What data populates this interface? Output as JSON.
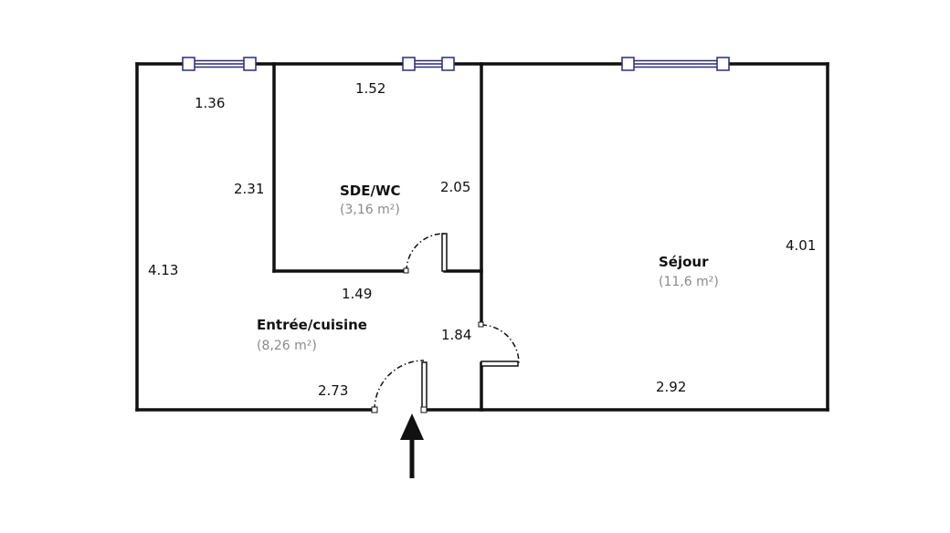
{
  "colors": {
    "wall": "#111111",
    "window_frame": "#2a2a7a",
    "window_fill": "#ffffff",
    "area_text": "#8a8a8a"
  },
  "rooms": {
    "sde": {
      "name": "SDE/WC",
      "area": "(3,16 m²)"
    },
    "entree": {
      "name": "Entrée/cuisine",
      "area": "(8,26 m²)"
    },
    "sejour": {
      "name": "Séjour",
      "area": "(11,6 m²)"
    }
  },
  "dimensions": {
    "d136": "1.36",
    "d152": "1.52",
    "d231": "2.31",
    "d205": "2.05",
    "d413": "4.13",
    "d149": "1.49",
    "d184": "1.84",
    "d273": "2.73",
    "d292": "2.92",
    "d401": "4.01"
  },
  "icons": {
    "entrance": "entrance-arrow-icon"
  }
}
